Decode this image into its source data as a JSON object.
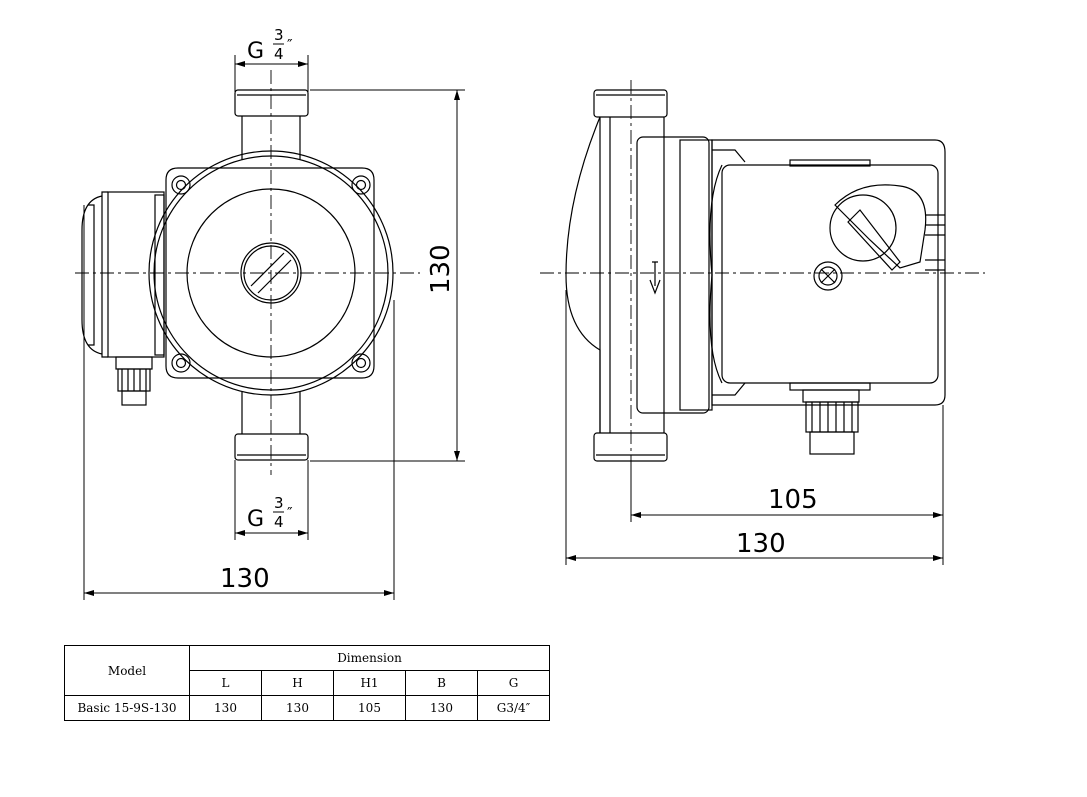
{
  "drawing": {
    "front_view": {
      "top_port_symbol": "G",
      "top_port_fraction_num": "3",
      "top_port_fraction_den": "4",
      "top_port_unit": "″",
      "bottom_port_symbol": "G",
      "bottom_port_fraction_num": "3",
      "bottom_port_fraction_den": "4",
      "bottom_port_unit": "″",
      "height_dim": "130",
      "width_dim": "130"
    },
    "side_view": {
      "inner_dim": "105",
      "outer_dim": "130"
    }
  },
  "table": {
    "model_header": "Model",
    "dimension_header": "Dimension",
    "columns": [
      "L",
      "H",
      "H1",
      "B",
      "G"
    ],
    "rows": [
      {
        "model": "Basic 15-9S-130",
        "values": [
          "130",
          "130",
          "105",
          "130",
          "G3/4″"
        ]
      }
    ]
  }
}
